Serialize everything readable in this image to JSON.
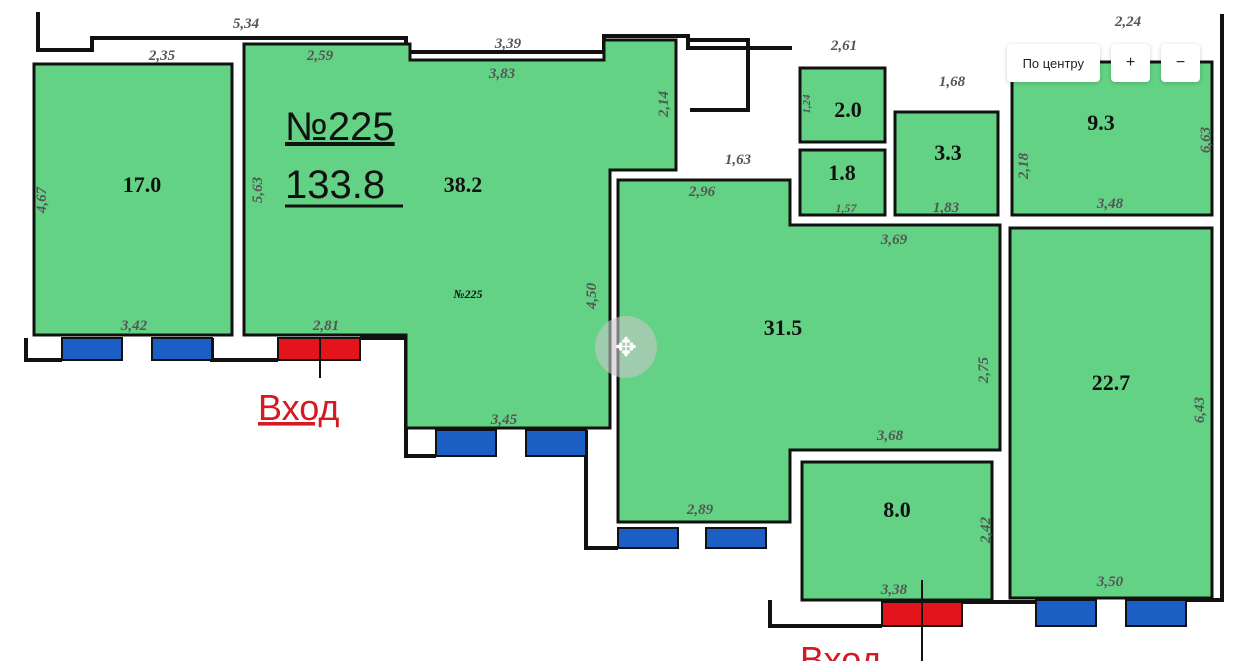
{
  "controls": {
    "center_label": "По центру",
    "zoom_in_label": "+",
    "zoom_out_label": "−"
  },
  "plan": {
    "apartment_number": "№225",
    "total_area": "133.8",
    "inner_label": "№225",
    "entrance_label": "Вход",
    "rooms": [
      "17.0",
      "38.2",
      "31.5",
      "2.0",
      "1.8",
      "3.3",
      "9.3",
      "22.7",
      "8.0"
    ],
    "dimensions": [
      "5,34",
      "2,35",
      "2,59",
      "3,39",
      "3,83",
      "2,14",
      "4,67",
      "5,63",
      "3,42",
      "2,81",
      "1,63",
      "2,96",
      "4,50",
      "3,45",
      "2,89",
      "2,61",
      "1,68",
      "1,24",
      "1,57",
      "1,83",
      "3,69",
      "2,18",
      "2,24",
      "6,63",
      "3,48",
      "2,75",
      "3,68",
      "6,43",
      "2,42",
      "3,38",
      "3,50"
    ]
  }
}
